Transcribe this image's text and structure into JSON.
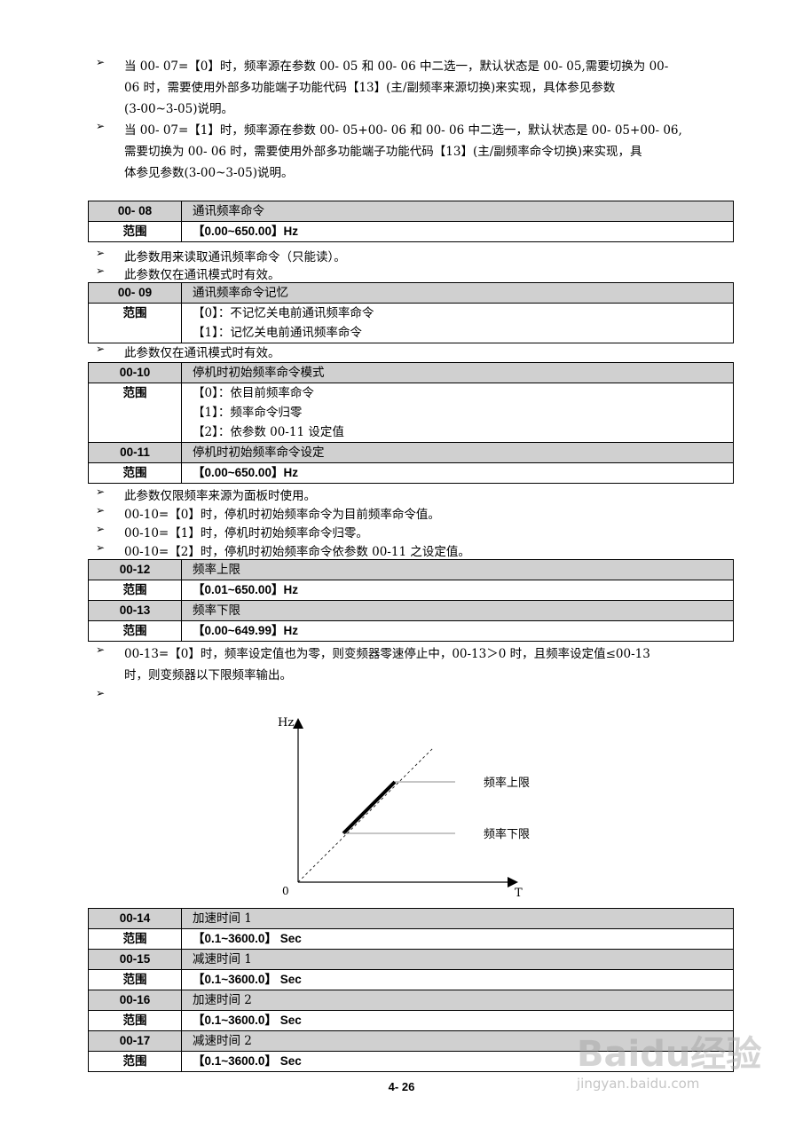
{
  "intro": [
    {
      "line1": "当 00- 07=【0】时，频率源在参数 00- 05 和 00- 06 中二选一，默认状态是 00- 05,需要切换为 00-",
      "line2": "06 时，需要使用外部多功能端子功能代码【13】(主/副频率来源切换)来实现，具体参见参数",
      "line3": "(3-00~3-05)说明。"
    },
    {
      "line1": "当 00- 07=【1】时，频率源在参数 00- 05+00- 06 和 00- 06 中二选一，默认状态是 00- 05+00- 06,",
      "line2": "需要切换为 00- 06 时，需要使用外部多功能端子功能代码【13】(主/副频率命令切换)来实现，具",
      "line3": "体参见参数(3-00~3-05)说明。"
    }
  ],
  "range_label": "范围",
  "p0008": {
    "code": "00- 08",
    "name": "通讯频率命令",
    "range": "【0.00~650.00】Hz"
  },
  "notes_0008": [
    "此参数用来读取通讯频率命令（只能读）。",
    "此参数仅在通讯模式时有效。"
  ],
  "p0009": {
    "code": "00- 09",
    "name": "通讯频率命令记忆",
    "opt0": "【0】：不记忆关电前通讯频率命令",
    "opt1": "【1】：记忆关电前通讯频率命令"
  },
  "notes_0009": [
    "此参数仅在通讯模式时有效。"
  ],
  "p0010": {
    "code": "00-10",
    "name": "停机时初始频率命令模式",
    "opt0": "【0】：依目前频率命令",
    "opt1": "【1】：频率命令归零",
    "opt2": "【2】：依参数 00-11 设定值"
  },
  "p0011": {
    "code": "00-11",
    "name": "停机时初始频率命令设定",
    "range": "【0.00~650.00】Hz"
  },
  "notes_0011": [
    "此参数仅限频率来源为面板时使用。",
    "00-10=【0】时，停机时初始频率命令为目前频率命令值。",
    "00-10=【1】时，停机时初始频率命令归零。",
    "00-10=【2】时，停机时初始频率命令依参数 00-11 之设定值。"
  ],
  "p0012": {
    "code": "00-12",
    "name": "频率上限",
    "range": "【0.01~650.00】Hz"
  },
  "p0013": {
    "code": "00-13",
    "name": "频率下限",
    "range": "【0.00~649.99】Hz"
  },
  "note_0013": {
    "line1": "00-13=【0】时，频率设定值也为零，则变频器零速停止中，00-13＞0 时，且频率设定值≤00-13",
    "line2": "时，则变频器以下限频率输出。"
  },
  "diagram": {
    "y_axis": "Hz",
    "x_axis": "T",
    "origin": "0",
    "upper_label": "频率上限",
    "lower_label": "频率下限"
  },
  "p0014": {
    "code": "00-14",
    "name": "加速时间 1",
    "range": "【0.1~3600.0】 Sec"
  },
  "p0015": {
    "code": "00-15",
    "name": "减速时间 1",
    "range": "【0.1~3600.0】 Sec"
  },
  "p0016": {
    "code": "00-16",
    "name": "加速时间 2",
    "range": "【0.1~3600.0】 Sec"
  },
  "p0017": {
    "code": "00-17",
    "name": "减速时间 2",
    "range": "【0.1~3600.0】 Sec"
  },
  "page_number": "4- 26",
  "watermark": {
    "logo": "Baidu经验",
    "url": "jingyan.baidu.com"
  }
}
